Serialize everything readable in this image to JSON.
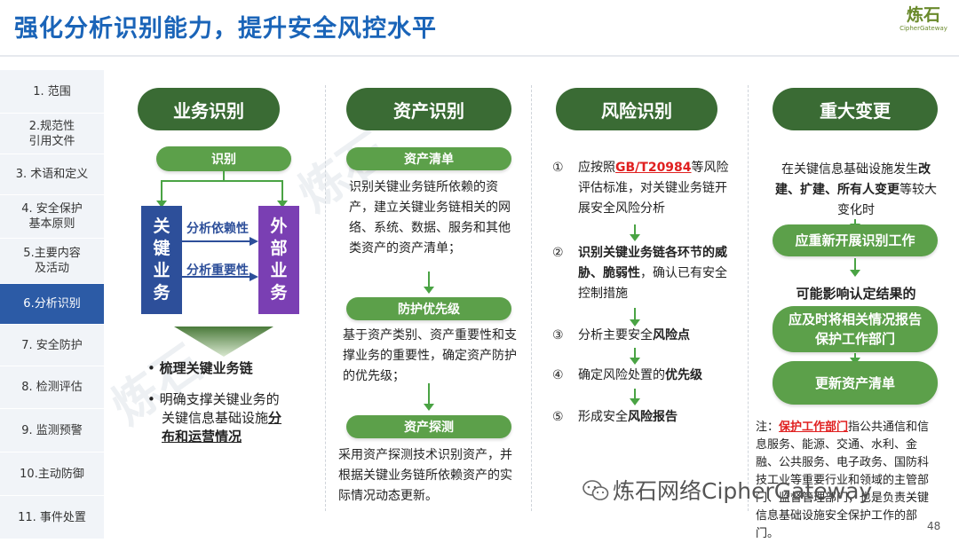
{
  "title": "强化分析识别能力，提升安全风控水平",
  "logo": {
    "name": "炼石",
    "sub": "CipherGateway"
  },
  "sidebar": {
    "items": [
      {
        "label": "1. 范围"
      },
      {
        "label": "2.规范性\n引用文件"
      },
      {
        "label": "3. 术语和定义"
      },
      {
        "label": "4. 安全保护\n基本原则"
      },
      {
        "label": "5.主要内容\n及活动"
      },
      {
        "label": "6.分析识别",
        "active": true
      },
      {
        "label": "7. 安全防护"
      },
      {
        "label": "8. 检测评估"
      },
      {
        "label": "9. 监测预警"
      },
      {
        "label": "10.主动防御"
      },
      {
        "label": "11. 事件处置"
      }
    ]
  },
  "col1": {
    "header": "业务识别",
    "sub": "识别",
    "left_box": [
      "关",
      "键",
      "业",
      "务"
    ],
    "right_box": [
      "外",
      "部",
      "业",
      "务"
    ],
    "arrow1": "分析依赖性",
    "arrow2": "分析重要性",
    "bullet1": "梳理关键业务链",
    "bullet2_a": "明确支撑关键业务的",
    "bullet2_b": "关键信息基础设施",
    "bullet2_c": "分",
    "bullet2_d": "布和运营情况"
  },
  "col2": {
    "header": "资产识别",
    "step1": "资产清单",
    "text1": "识别关键业务链所依赖的资产，建立关键业务链相关的网络、系统、数据、服务和其他类资产的资产清单；",
    "step2": "防护优先级",
    "text2": "基于资产类别、资产重要性和支撑业务的重要性，确定资产防护的优先级；",
    "step3": "资产探测",
    "text3": "采用资产探测技术识别资产，并根据关键业务链所依赖资产的实际情况动态更新。"
  },
  "col3": {
    "header": "风险识别",
    "items": [
      {
        "num": "①",
        "pre": "应按照",
        "red": "GB/T20984",
        "post": "等风险评估标准，对关键业务链开展安全风险分析"
      },
      {
        "num": "②",
        "bold": "识别关键业务链各环节的威胁、脆弱性",
        "post": "，确认已有安全控制措施"
      },
      {
        "num": "③",
        "pre": "分析主要安全",
        "boldtail": "风险点"
      },
      {
        "num": "④",
        "pre": "确定风险处置的",
        "boldtail": "优先级"
      },
      {
        "num": "⑤",
        "pre": "形成安全",
        "boldtail": "风险报告"
      }
    ]
  },
  "col4": {
    "header": "重大变更",
    "intro_pre": "在关键信息基础设施发生",
    "intro_bold": "改建、扩建、所有人变更",
    "intro_post": "等较大变化时",
    "step1": "应重新开展识别工作",
    "mid": "可能影响认定结果的",
    "step2": "应及时将相关情况报告保护工作部门",
    "step3": "更新资产清单",
    "note_label": "注：",
    "note_red": "保护工作部门",
    "note_text": "指公共通信和信息服务、能源、交通、水利、金融、公共服务、电子政务、国防科技工业等重要行业和领域的主管部门、监督管理部门，也是负责关键信息基础设施安全保护工作的部门。"
  },
  "footer": {
    "watermark": "炼石网络CipherGateway",
    "page": "48"
  },
  "colors": {
    "title": "#1a64b8",
    "header_pill": "#3a6b34",
    "step_pill": "#5ca04a",
    "active_nav": "#2c5ba6",
    "box_blue": "#2d4f9a",
    "box_purple": "#7a3fb3",
    "accent_red": "#e02020"
  }
}
